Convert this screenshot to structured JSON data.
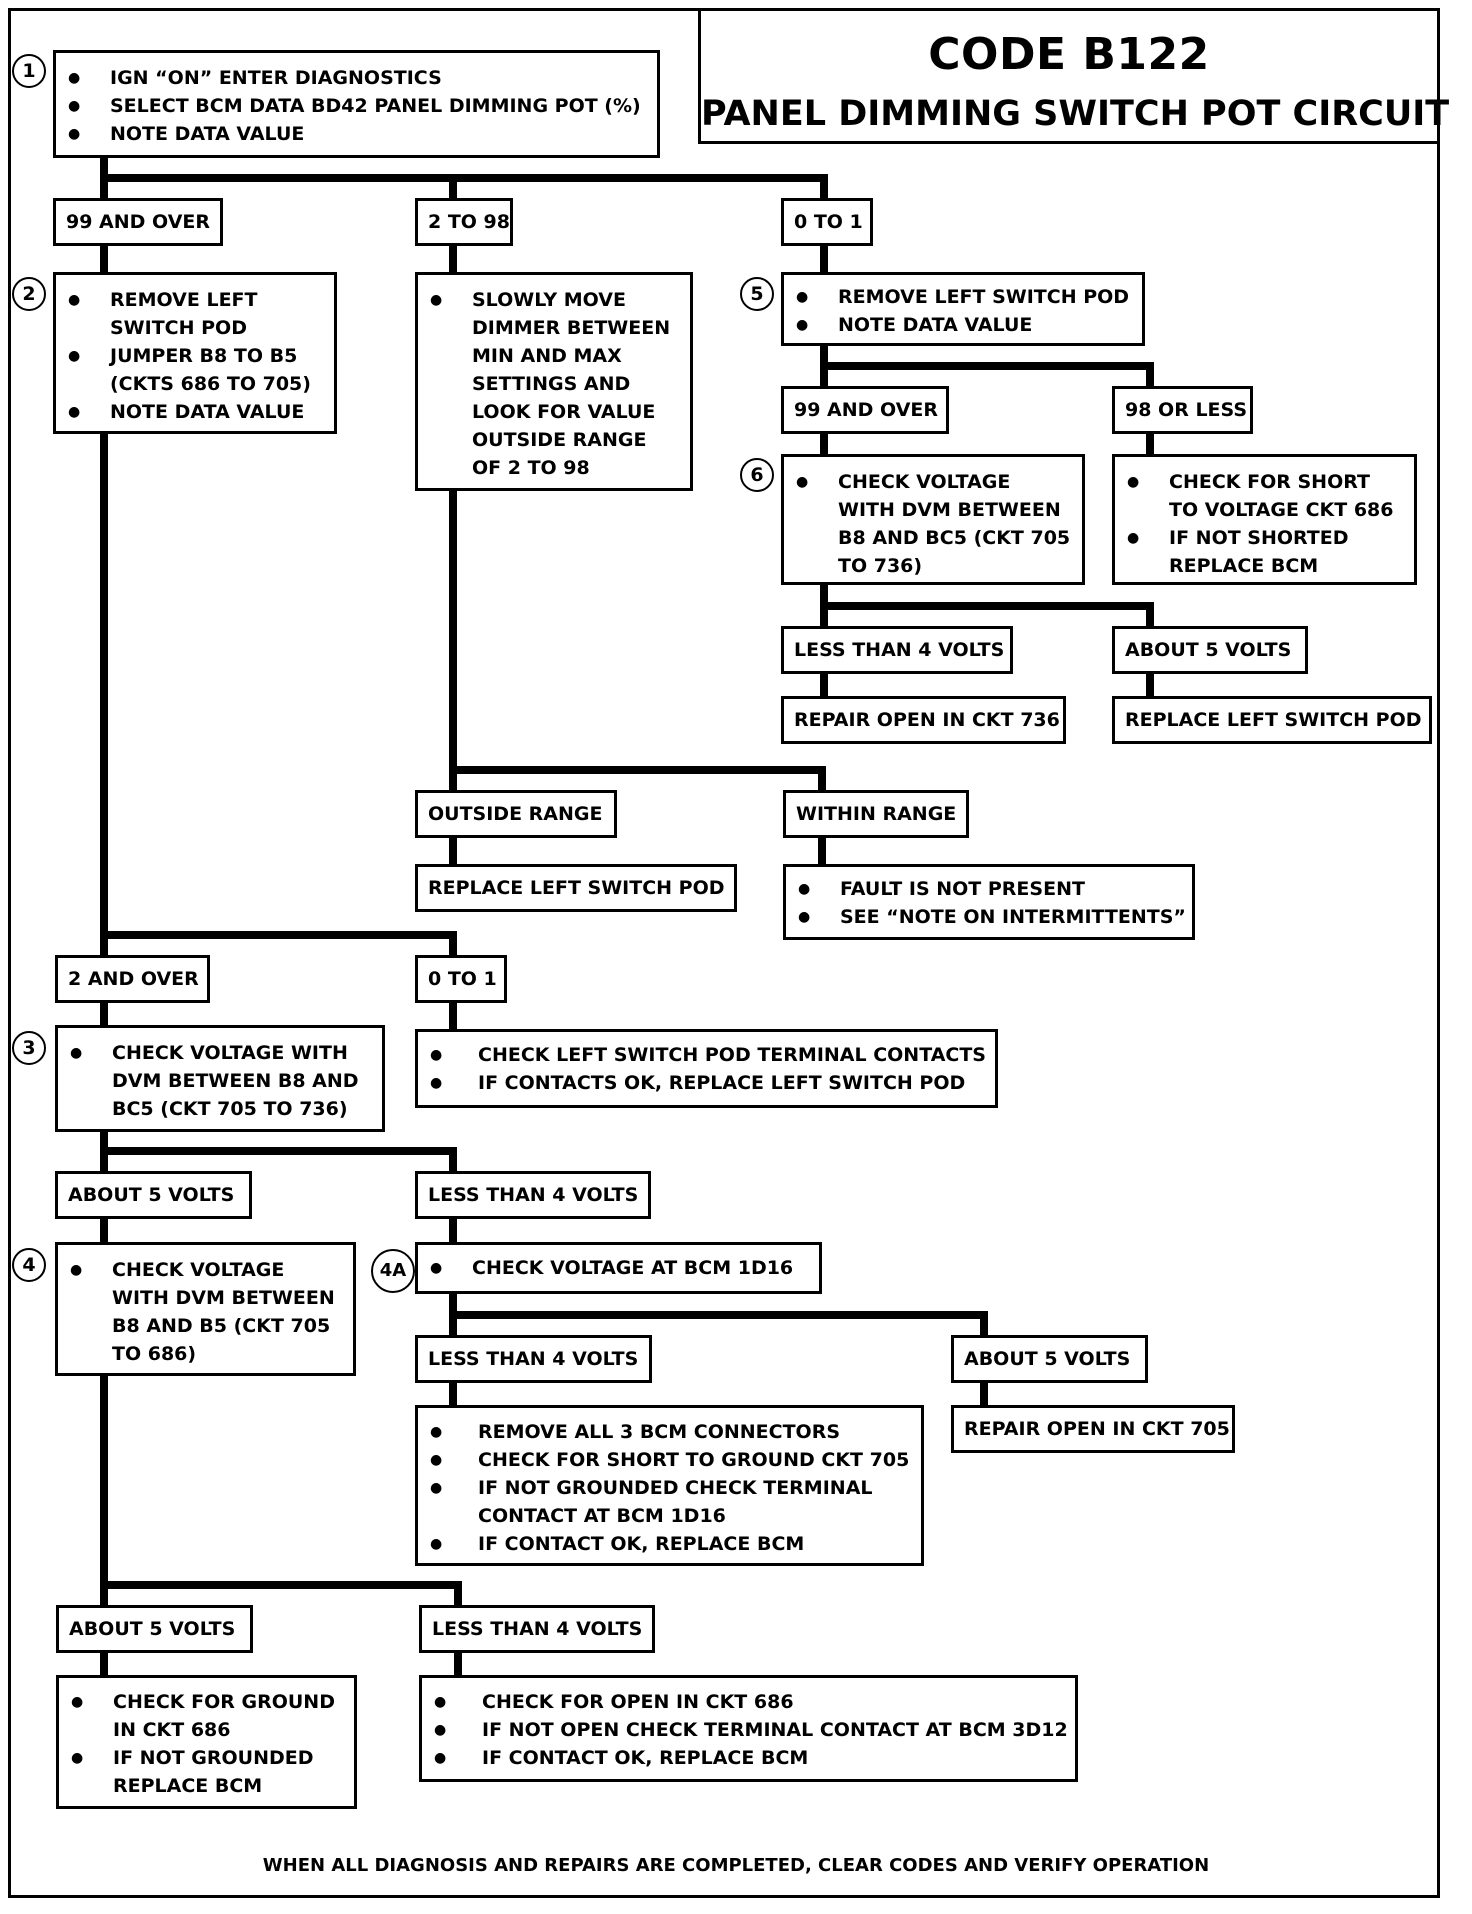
{
  "title": {
    "code": "CODE B122",
    "name": "PANEL DIMMING SWITCH POT CIRCUIT"
  },
  "steps": {
    "s1": "1",
    "s2": "2",
    "s3": "3",
    "s4": "4",
    "s4a": "4A",
    "s5": "5",
    "s6": "6"
  },
  "box1": [
    "IGN “ON” ENTER DIAGNOSTICS",
    "SELECT BCM DATA BD42 PANEL DIMMING POT (%)",
    "NOTE DATA VALUE"
  ],
  "box2": [
    "REMOVE LEFT\nSWITCH POD",
    "JUMPER B8 TO B5\n(CKTS 686 TO 705)",
    "NOTE DATA VALUE"
  ],
  "box_slow": [
    "SLOWLY MOVE\nDIMMER BETWEEN\nMIN AND MAX\nSETTINGS AND\nLOOK FOR VALUE\nOUTSIDE RANGE\nOF 2 TO 98"
  ],
  "box5": [
    "REMOVE LEFT SWITCH POD",
    "NOTE DATA VALUE"
  ],
  "box6": [
    "CHECK VOLTAGE\nWITH DVM BETWEEN\nB8 AND BC5 (CKT 705\nTO 736)"
  ],
  "box_short686": [
    "CHECK FOR SHORT\nTO VOLTAGE CKT 686",
    "IF NOT SHORTED\nREPLACE BCM"
  ],
  "box_fault": [
    "FAULT IS NOT PRESENT",
    "SEE “NOTE ON INTERMITTENTS”"
  ],
  "box3": [
    "CHECK VOLTAGE WITH\nDVM BETWEEN B8 AND\nBC5 (CKT 705 TO 736)"
  ],
  "box_contacts": [
    "CHECK LEFT SWITCH POD TERMINAL CONTACTS",
    "IF CONTACTS OK, REPLACE LEFT SWITCH POD"
  ],
  "box4": [
    "CHECK VOLTAGE\nWITH DVM BETWEEN\nB8 AND B5 (CKT 705\nTO 686)"
  ],
  "box4a": [
    "CHECK VOLTAGE AT BCM 1D16"
  ],
  "box_connectors": [
    "REMOVE ALL 3 BCM CONNECTORS",
    "CHECK FOR SHORT TO GROUND CKT 705",
    "IF NOT GROUNDED CHECK TERMINAL\nCONTACT AT BCM 1D16",
    "IF CONTACT OK, REPLACE BCM"
  ],
  "box_ground686": [
    "CHECK FOR GROUND\nIN CKT 686",
    "IF NOT GROUNDED\nREPLACE BCM"
  ],
  "box_open686": [
    "CHECK FOR OPEN IN CKT 686",
    "IF NOT OPEN CHECK TERMINAL CONTACT AT BCM 3D12",
    "IF CONTACT OK, REPLACE BCM"
  ],
  "labels": {
    "l_99over_a": "99 AND OVER",
    "l_2to98": "2 TO 98",
    "l_0to1_a": "0 TO 1",
    "l_99over_b": "99 AND OVER",
    "l_98less": "98 OR LESS",
    "l_lt4_a": "LESS THAN 4 VOLTS",
    "l_about5_a": "ABOUT 5 VOLTS",
    "l_repair736": "REPAIR OPEN IN CKT 736",
    "l_replace_pod_a": "REPLACE LEFT SWITCH POD",
    "l_outside": "OUTSIDE RANGE",
    "l_within": "WITHIN RANGE",
    "l_replace_pod_b": "REPLACE LEFT SWITCH POD",
    "l_2over": "2 AND OVER",
    "l_0to1_b": "0 TO 1",
    "l_about5_b": "ABOUT 5 VOLTS",
    "l_lt4_b": "LESS THAN 4 VOLTS",
    "l_lt4_c": "LESS THAN 4 VOLTS",
    "l_about5_c": "ABOUT 5 VOLTS",
    "l_repair705": "REPAIR OPEN IN CKT 705",
    "l_about5_d": "ABOUT 5 VOLTS",
    "l_lt4_d": "LESS THAN 4 VOLTS"
  },
  "footer": "WHEN ALL DIAGNOSIS AND REPAIRS ARE COMPLETED, CLEAR CODES AND VERIFY OPERATION"
}
